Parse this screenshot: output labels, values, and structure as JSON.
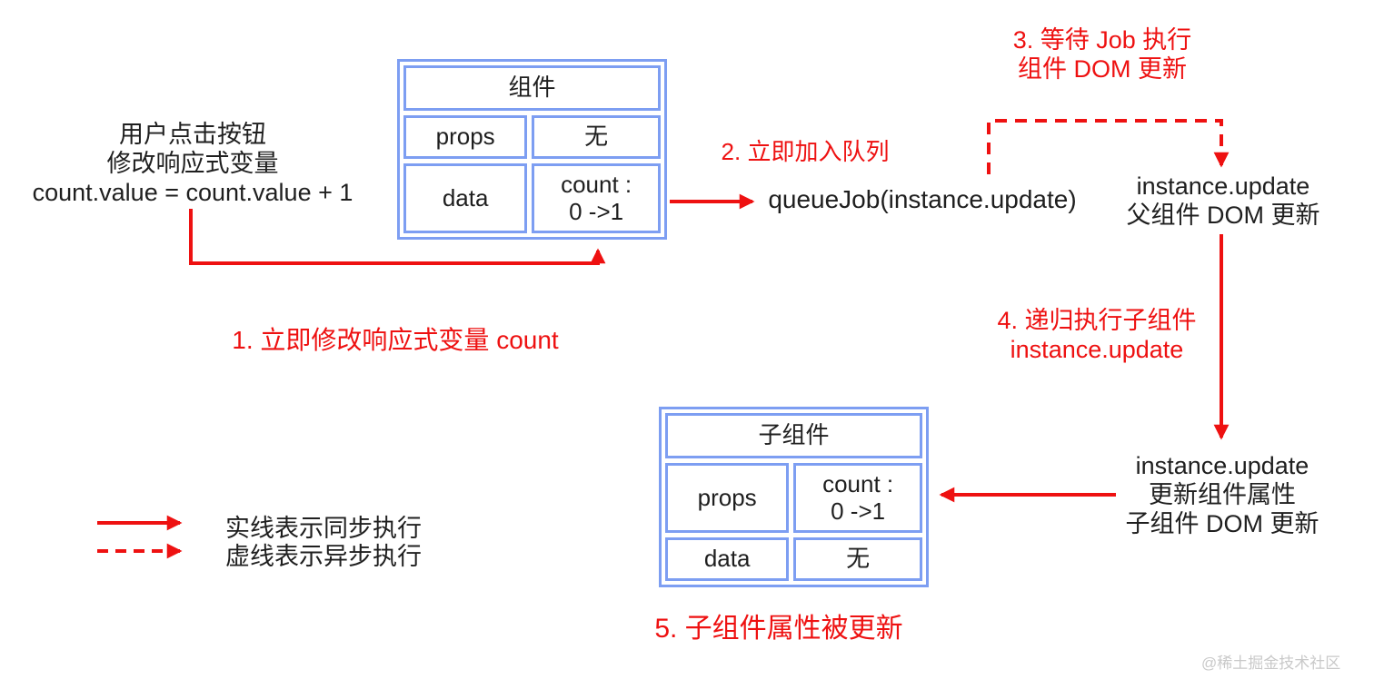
{
  "colors": {
    "arrow_red": "#ee1111",
    "table_border_blue": "#7d9ef2",
    "text_black": "#1f1f1f",
    "watermark_gray": "#c9c9c9"
  },
  "notes": {
    "user_action": {
      "lines": [
        "用户点击按钮",
        "修改响应式变量",
        "count.value = count.value + 1"
      ]
    },
    "queue_job": "queueJob(instance.update)",
    "parent_update": {
      "lines": [
        "instance.update",
        "父组件 DOM 更新"
      ]
    },
    "child_update": {
      "lines": [
        "instance.update",
        "更新组件属性",
        "子组件 DOM 更新"
      ]
    }
  },
  "steps": {
    "step1": "1. 立即修改响应式变量 count",
    "step2": "2. 立即加入队列",
    "step3": {
      "lines": [
        "3. 等待 Job 执行",
        "组件 DOM 更新"
      ]
    },
    "step4": {
      "lines": [
        "4. 递归执行子组件",
        "instance.update"
      ]
    },
    "step5": "5. 子组件属性被更新"
  },
  "component_table": {
    "title": "组件",
    "rows": [
      {
        "key": "props",
        "value": "无",
        "highlight": false
      },
      {
        "key": "data",
        "value": "count :\n0 ->1",
        "highlight": true
      }
    ]
  },
  "child_table": {
    "title": "子组件",
    "rows": [
      {
        "key": "props",
        "value": "count :\n0 ->1",
        "highlight": true
      },
      {
        "key": "data",
        "value": "无",
        "highlight": false
      }
    ]
  },
  "legend": {
    "items": [
      {
        "style": "solid",
        "label": "实线表示同步执行"
      },
      {
        "style": "dashed",
        "label": "虚线表示异步执行"
      }
    ]
  },
  "watermark": "@稀土掘金技术社区"
}
